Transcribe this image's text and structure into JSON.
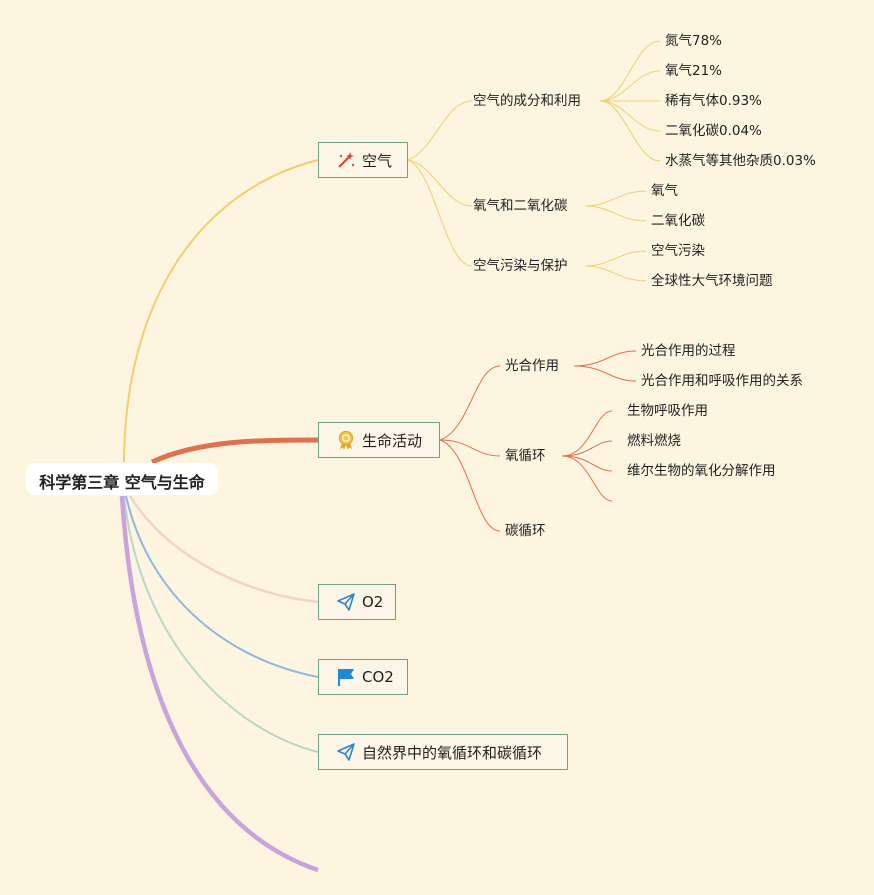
{
  "root": {
    "label": "科学第三章 空气与生命"
  },
  "colors": {
    "air": "#f2cf6e",
    "life": "#e0714f",
    "o2": "#f3d2c8",
    "co2": "#8db8e0",
    "cycle": "#b9d8c8",
    "extra": "#c8a3dc",
    "node_border": "#6fa187"
  },
  "branches": {
    "air": {
      "label": "空气",
      "icon": "wand-icon",
      "subs": [
        {
          "label": "空气的成分和利用",
          "leaves": [
            "氮气78%",
            "氧气21%",
            "稀有气体0.93%",
            "二氧化碳0.04%",
            "水蒸气等其他杂质0.03%"
          ]
        },
        {
          "label": "氧气和二氧化碳",
          "leaves": [
            "氧气",
            "二氧化碳"
          ]
        },
        {
          "label": "空气污染与保护",
          "leaves": [
            "空气污染",
            "全球性大气环境问题"
          ]
        }
      ]
    },
    "life": {
      "label": "生命活动",
      "icon": "medal-icon",
      "subs": [
        {
          "label": "光合作用",
          "leaves": [
            "光合作用的过程",
            "光合作用和呼吸作用的关系"
          ]
        },
        {
          "label": "氧循环",
          "leaves": [
            "生物呼吸作用",
            "燃料燃烧",
            "维尔生物的氧化分解作用"
          ]
        },
        {
          "label": "碳循环"
        }
      ]
    },
    "o2": {
      "label": "O2",
      "icon": "paper-plane-icon"
    },
    "co2": {
      "label": "CO2",
      "icon": "flag-icon"
    },
    "cycle": {
      "label": "自然界中的氧循环和碳循环",
      "icon": "paper-plane-icon"
    }
  }
}
